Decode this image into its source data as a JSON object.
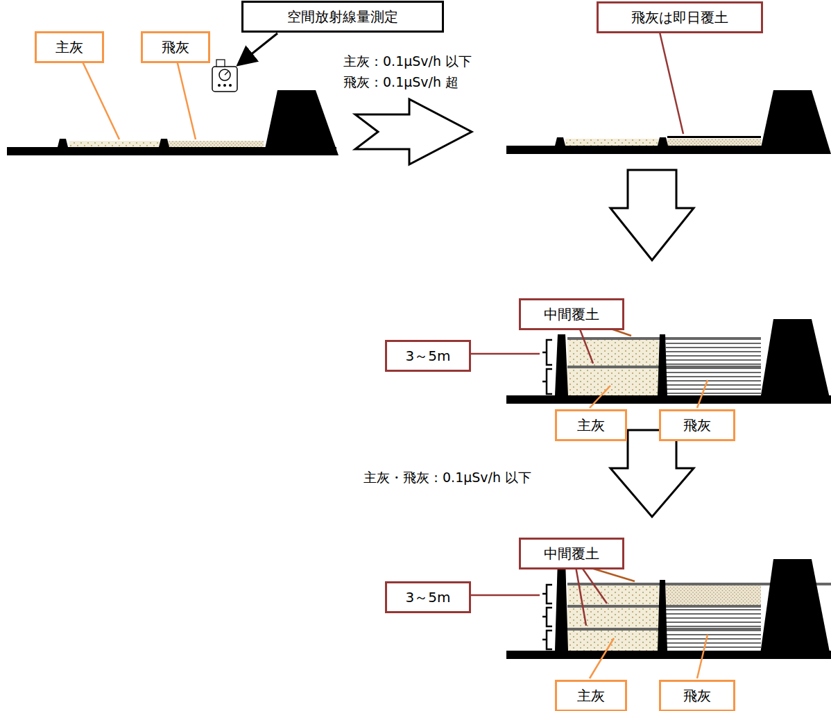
{
  "diagram": {
    "nodes": [
      {
        "text": [
          "空間放射線量測定"
        ]
      },
      {
        "text": [
          "主灰"
        ]
      },
      {
        "text": [
          "飛灰"
        ]
      },
      {
        "text": [
          "飛灰は即日覆土"
        ]
      },
      {
        "text": [
          "中間覆土"
        ]
      },
      {
        "text": [
          "3～5m"
        ]
      },
      {
        "text": [
          "主灰"
        ]
      },
      {
        "text": [
          "飛灰"
        ]
      },
      {
        "text": [
          "中間覆土"
        ]
      },
      {
        "text": [
          "3～5m"
        ]
      },
      {
        "text": [
          "主灰"
        ]
      },
      {
        "text": [
          "飛灰"
        ]
      }
    ],
    "labels": [
      "主灰：0.1μSv/h 以下",
      "飛灰：0.1μSv/h 超",
      "主灰・飛灰：0.1μSv/h 以下"
    ]
  }
}
